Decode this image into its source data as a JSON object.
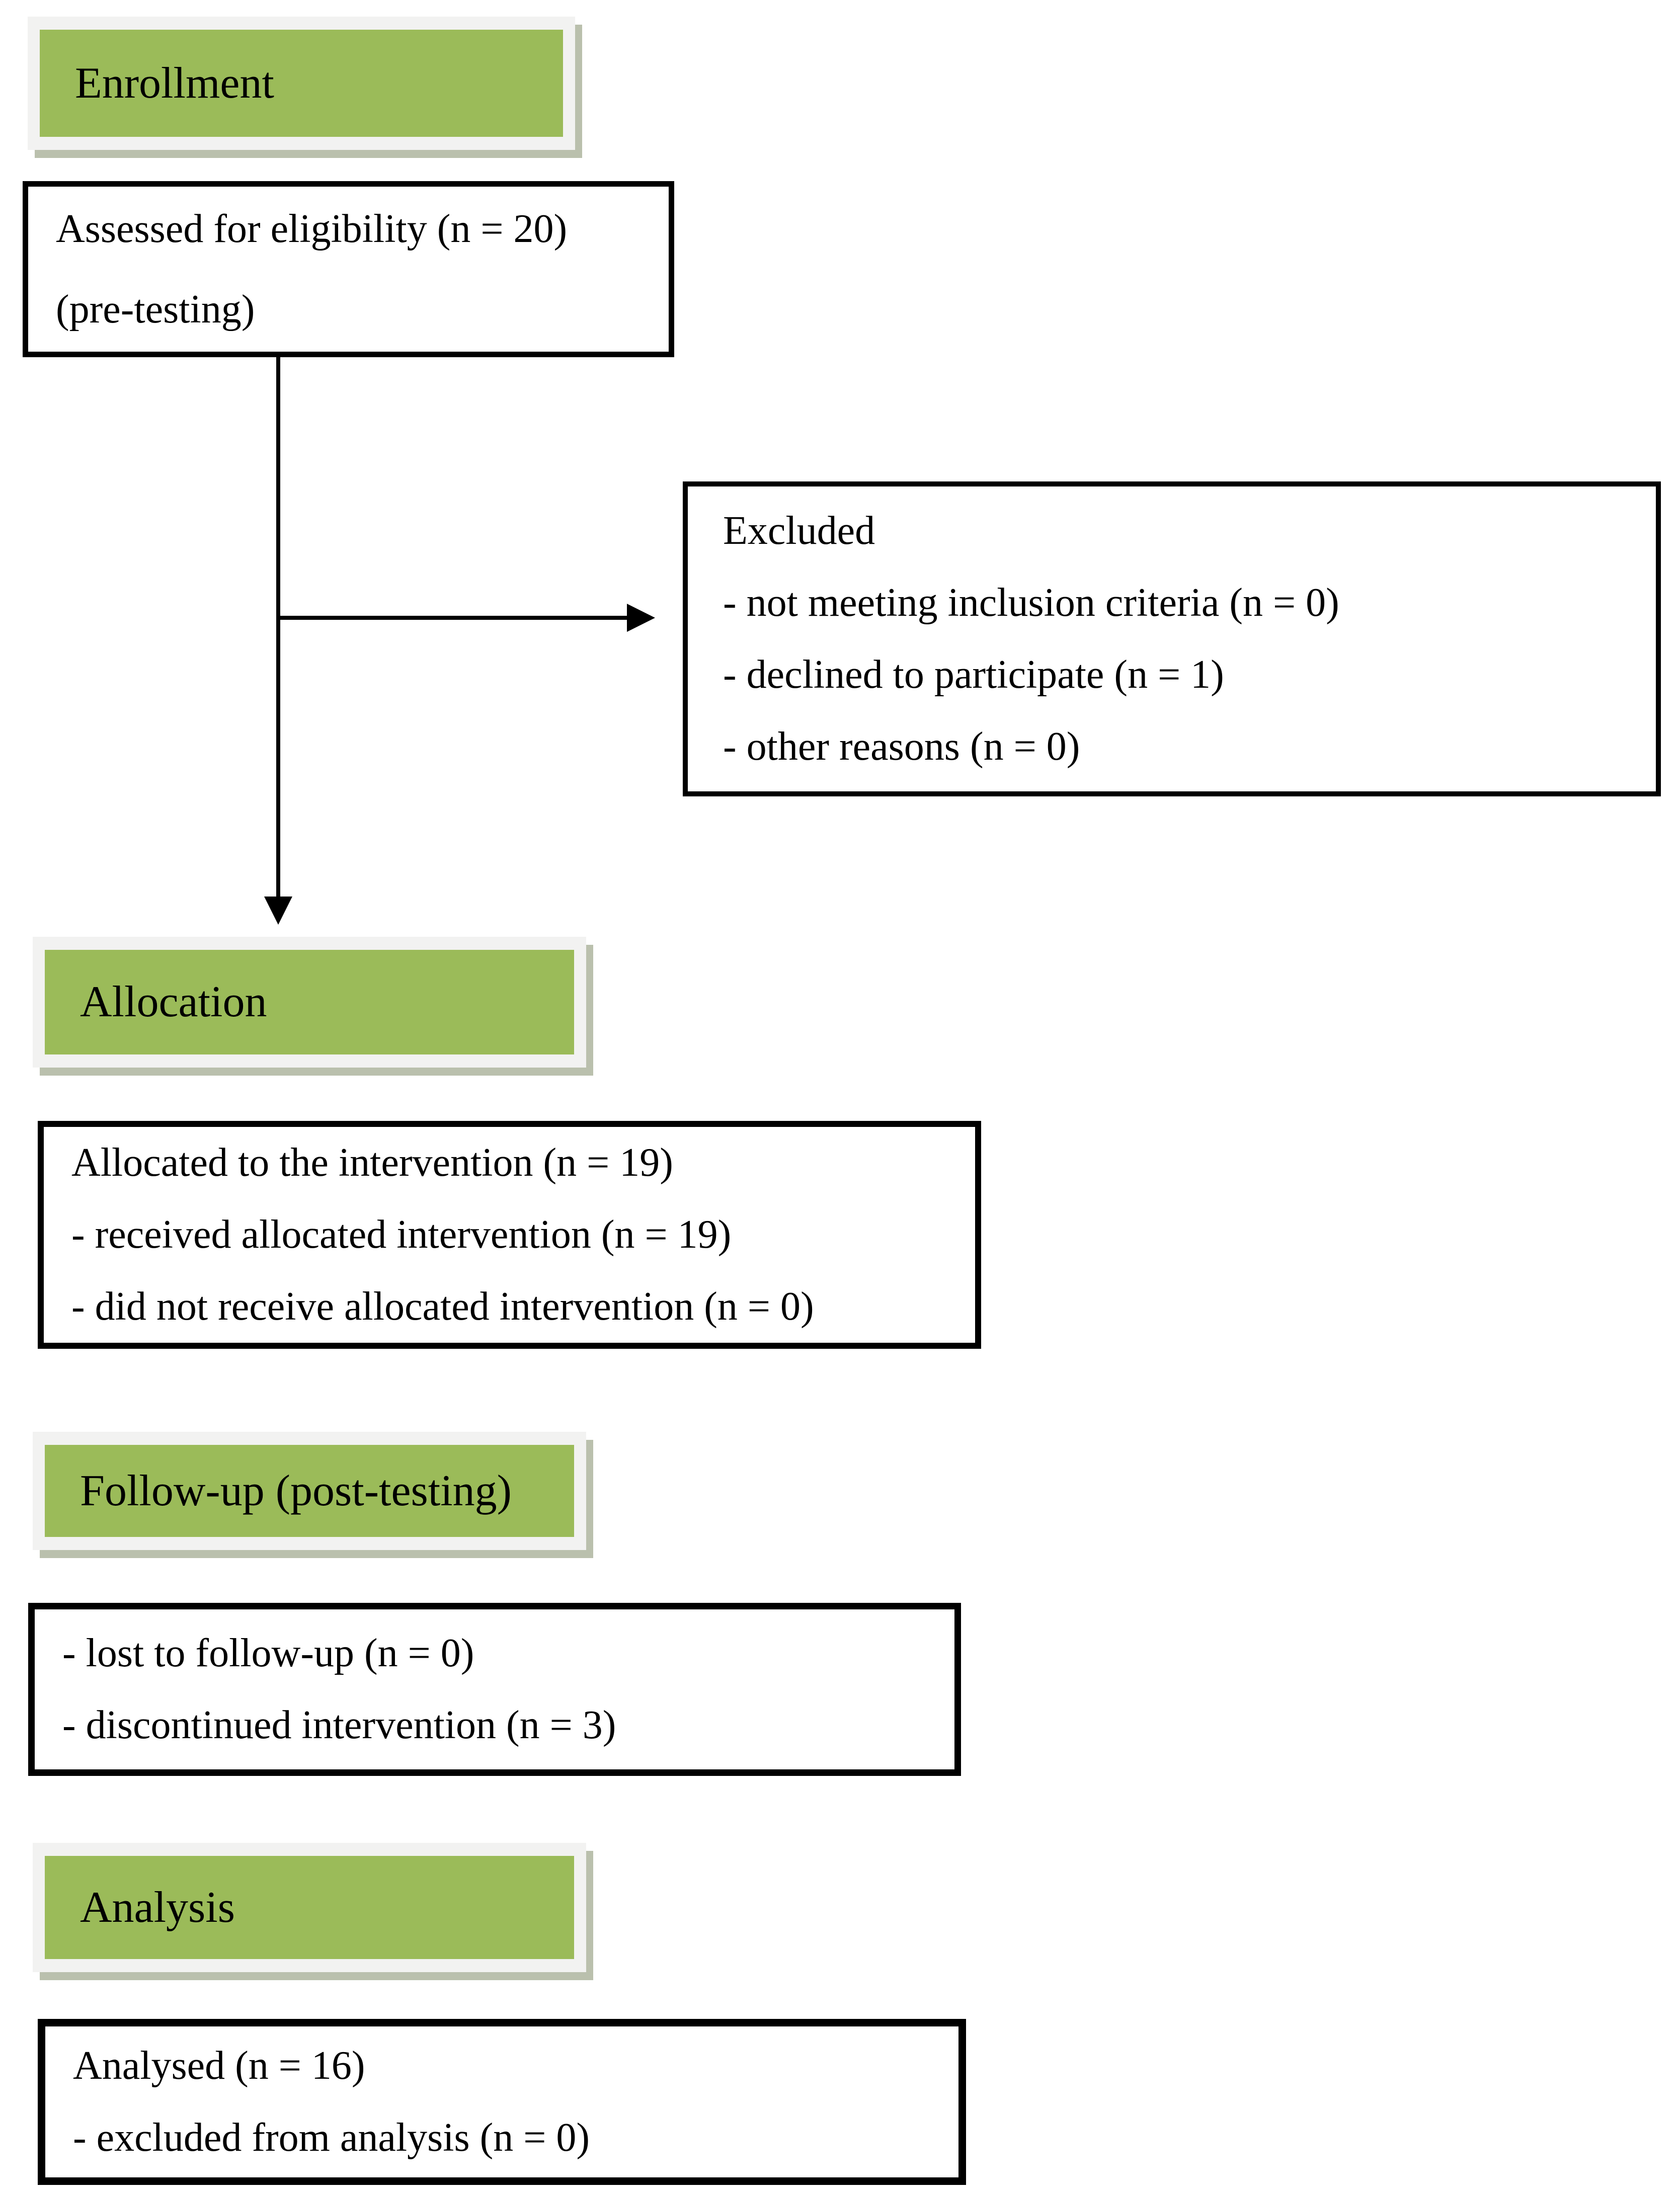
{
  "diagram": {
    "headers": [
      {
        "id": "enrollment",
        "label": "Enrollment"
      },
      {
        "id": "allocation",
        "label": "Allocation"
      },
      {
        "id": "followup",
        "label": "Follow-up (post-testing)"
      },
      {
        "id": "analysis",
        "label": "Analysis"
      }
    ],
    "boxes": {
      "assessed": {
        "lines": [
          "Assessed for eligibility (n = 20)",
          "(pre-testing)"
        ]
      },
      "excluded": {
        "lines": [
          "Excluded",
          "- not meeting inclusion criteria (n = 0)",
          "- declined to participate (n = 1)",
          "- other reasons (n = 0)"
        ]
      },
      "allocated": {
        "lines": [
          "Allocated to the intervention (n = 19)",
          "- received allocated intervention (n = 19)",
          "- did not receive allocated intervention (n = 0)"
        ]
      },
      "followup": {
        "lines": [
          "- lost to follow-up (n = 0)",
          "- discontinued intervention (n = 3)"
        ]
      },
      "analysed": {
        "lines": [
          "Analysed (n = 16)",
          "- excluded from analysis (n = 0)"
        ]
      }
    },
    "counts": {
      "assessed_for_eligibility": 20,
      "excluded_not_meeting_criteria": 0,
      "excluded_declined": 1,
      "excluded_other_reasons": 0,
      "allocated": 19,
      "received_intervention": 19,
      "did_not_receive_intervention": 0,
      "lost_to_followup": 0,
      "discontinued_intervention": 3,
      "analysed": 16,
      "excluded_from_analysis": 0
    },
    "colors": {
      "header_fill": "#9bbb59",
      "header_frame": "#f2f2f1",
      "shadow": "rgba(130,140,105,0.55)",
      "box_border": "#000000",
      "text": "#000000",
      "background": "#ffffff"
    }
  }
}
